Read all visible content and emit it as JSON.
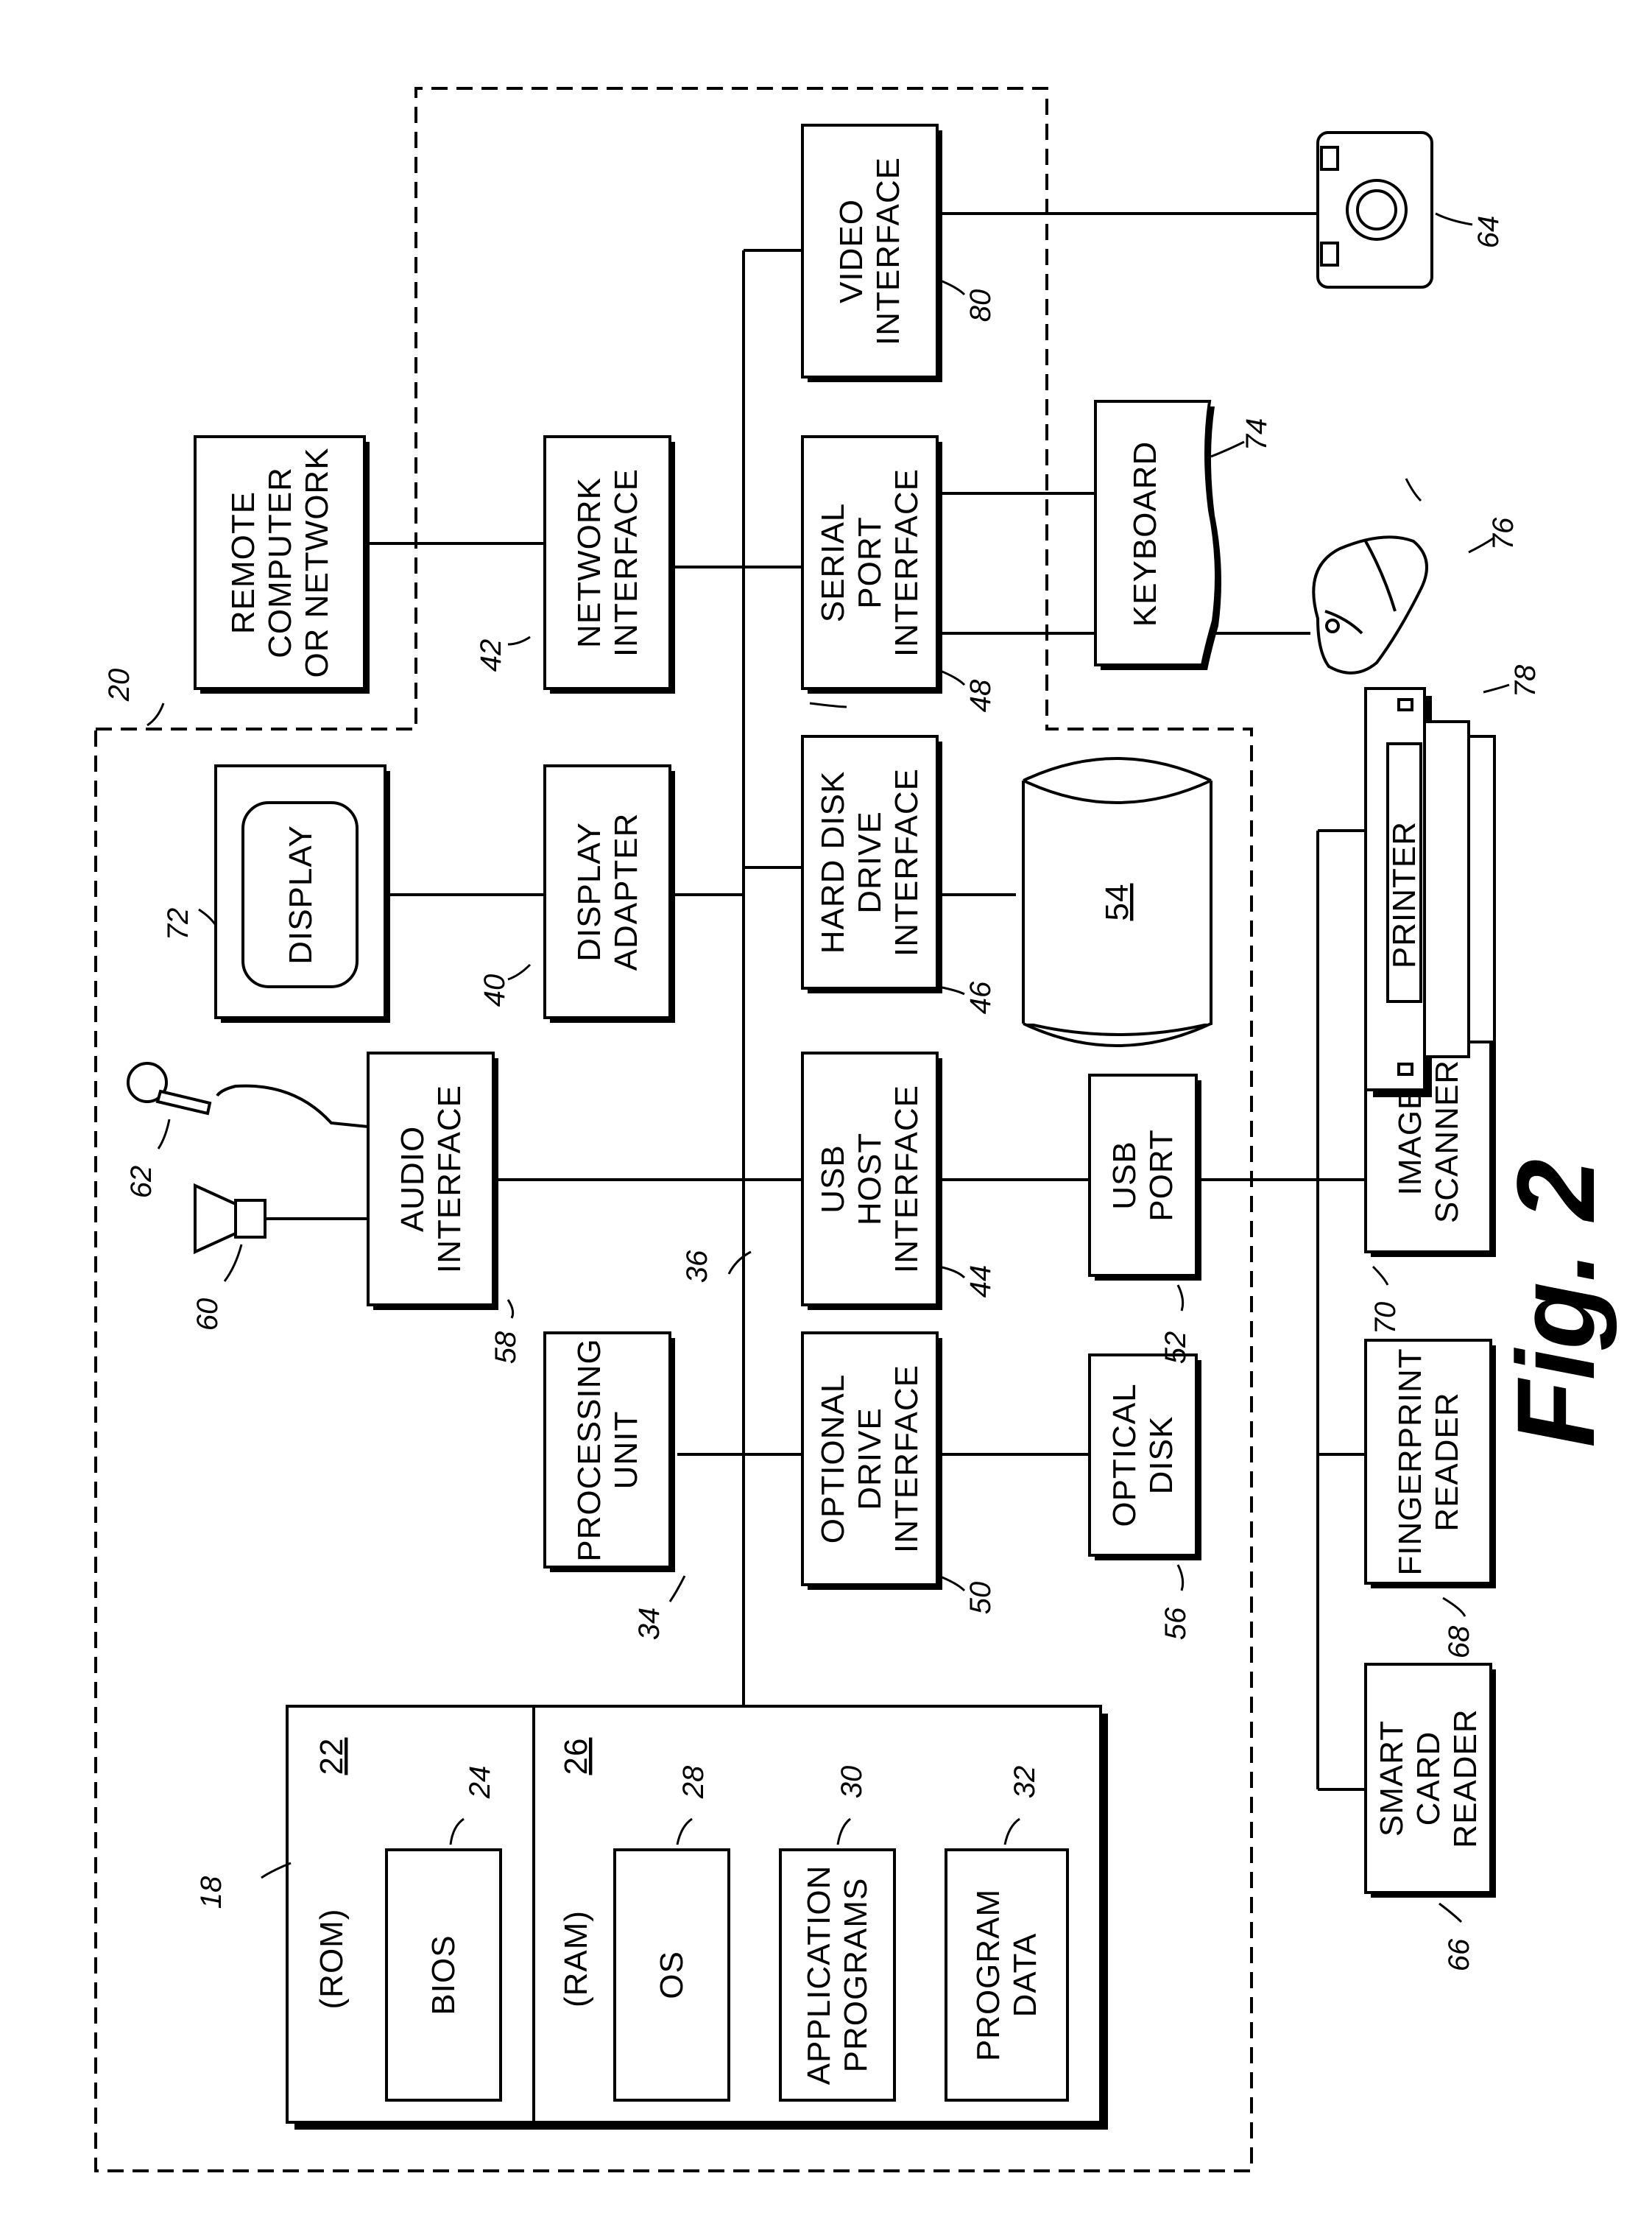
{
  "figure_title": "Fig. 2",
  "boxes": {
    "remote": [
      "REMOTE",
      "COMPUTER",
      "OR NETWORK"
    ],
    "network_interface": [
      "NETWORK",
      "INTERFACE"
    ],
    "serial_port": [
      "SERIAL",
      "PORT",
      "INTERFACE"
    ],
    "video_interface": [
      "VIDEO",
      "INTERFACE"
    ],
    "keyboard": [
      "KEYBOARD"
    ],
    "display": [
      "DISPLAY"
    ],
    "display_adapter": [
      "DISPLAY",
      "ADAPTER"
    ],
    "hard_disk_interface": [
      "HARD DISK",
      "DRIVE",
      "INTERFACE"
    ],
    "printer": [
      "PRINTER"
    ],
    "audio_interface": [
      "AUDIO",
      "INTERFACE"
    ],
    "usb_host": [
      "USB",
      "HOST",
      "INTERFACE"
    ],
    "usb_port": [
      "USB",
      "PORT"
    ],
    "image_scanner": [
      "IMAGE",
      "SCANNER"
    ],
    "processing_unit": [
      "PROCESSING",
      "UNIT"
    ],
    "optional_drive": [
      "OPTIONAL",
      "DRIVE",
      "INTERFACE"
    ],
    "optical_disk": [
      "OPTICAL",
      "DISK"
    ],
    "fingerprint_reader": [
      "FINGERPRINT",
      "READER"
    ],
    "smart_card_reader": [
      "SMART",
      "CARD",
      "READER"
    ],
    "rom_label": [
      "(ROM)"
    ],
    "bios": [
      "BIOS"
    ],
    "ram_label": [
      "(RAM)"
    ],
    "os": [
      "OS"
    ],
    "application_programs": [
      "APPLICATION",
      "PROGRAMS"
    ],
    "program_data": [
      "PROGRAM",
      "DATA"
    ],
    "hard_disk_number": [
      "54"
    ],
    "rom_number": [
      "22"
    ],
    "ram_number": [
      "26"
    ]
  },
  "references": {
    "r18": "18",
    "r20": "20",
    "r22": "22",
    "r24": "24",
    "r26": "26",
    "r28": "28",
    "r30": "30",
    "r32": "32",
    "r34": "34",
    "r36": "36",
    "r40": "40",
    "r42": "42",
    "r44": "44",
    "r46": "46",
    "r48": "48",
    "r50": "50",
    "r52": "52",
    "r54": "54",
    "r56": "56",
    "r58": "58",
    "r60": "60",
    "r62": "62",
    "r64": "64",
    "r66": "66",
    "r68": "68",
    "r70": "70",
    "r72": "72",
    "r74": "74",
    "r76": "76",
    "r78": "78",
    "r80": "80"
  }
}
